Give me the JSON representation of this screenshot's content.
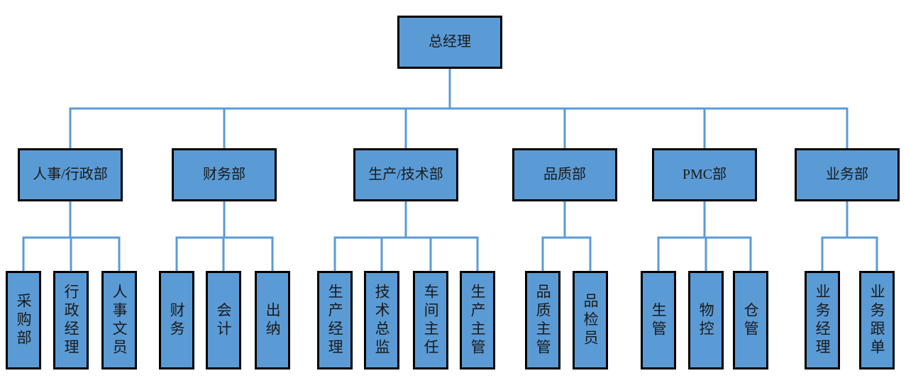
{
  "chart": {
    "type": "org-chart",
    "root": {
      "label": "总经理"
    },
    "departments": [
      {
        "label": "人事/行政部",
        "children": [
          "采购部",
          "行政经理",
          "人事文员"
        ]
      },
      {
        "label": "财务部",
        "children": [
          "财务",
          "会计",
          "出纳"
        ]
      },
      {
        "label": "生产/技术部",
        "children": [
          "生产经理",
          "技术总监",
          "车间主任",
          "生产主管"
        ]
      },
      {
        "label": "品质部",
        "children": [
          "品质主管",
          "品检员"
        ]
      },
      {
        "label": "PMC部",
        "children": [
          "生管",
          "物控",
          "仓管"
        ]
      },
      {
        "label": "业务部",
        "children": [
          "业务经理",
          "业务跟单"
        ]
      }
    ],
    "colors": {
      "node_fill": "#5B9BD5",
      "node_border": "#000000",
      "connector": "#5B9BD5",
      "background": "#FFFFFF",
      "text": "#1A1A1A"
    }
  }
}
